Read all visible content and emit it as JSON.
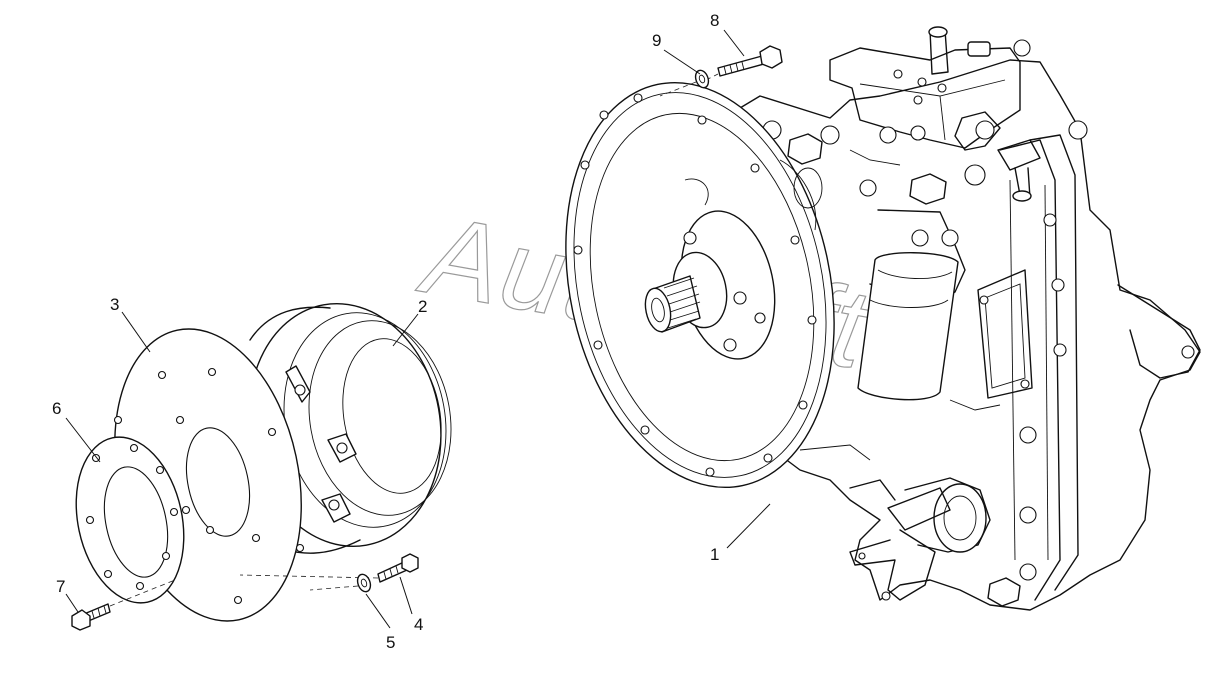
{
  "watermark": "AutoSoft",
  "callouts": [
    "1",
    "2",
    "3",
    "4",
    "5",
    "6",
    "7",
    "8",
    "9"
  ],
  "colors": {
    "line": "#111111",
    "background": "#ffffff",
    "watermark": "#9a9a9a"
  }
}
